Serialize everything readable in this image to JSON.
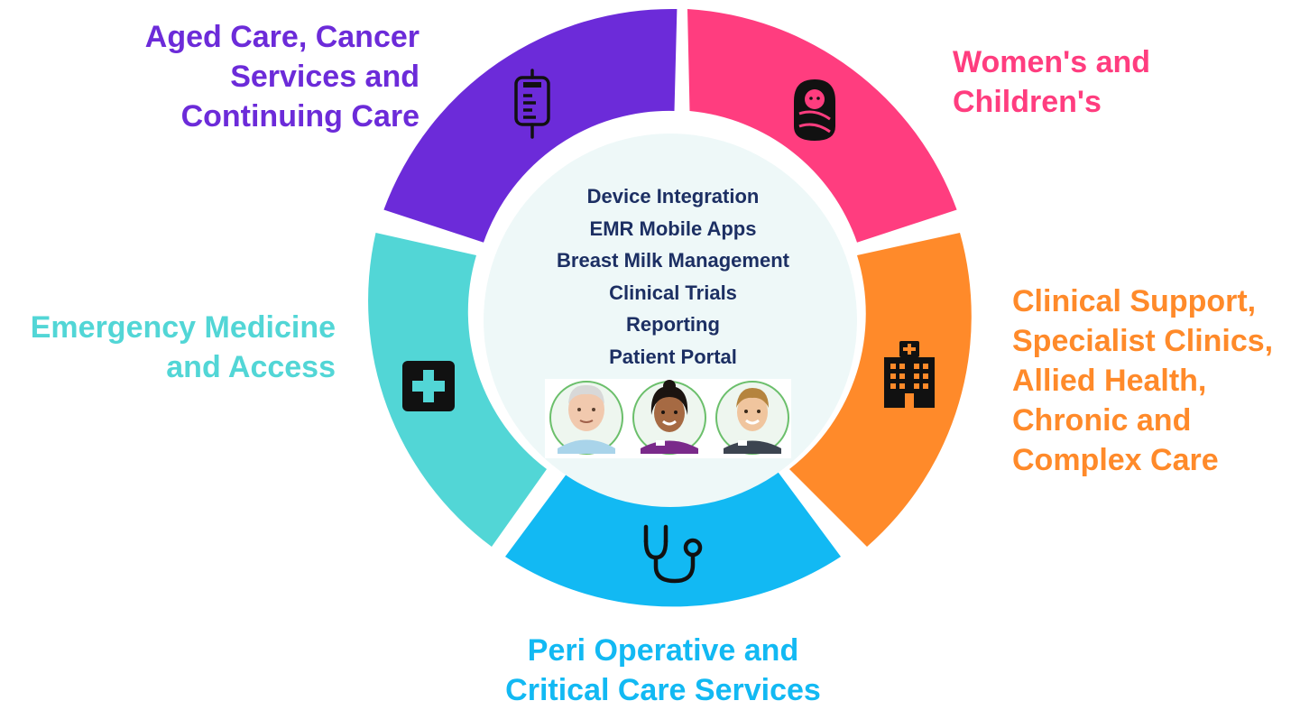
{
  "colors": {
    "aged_care": "#6c2bd9",
    "womens": "#ff3d7f",
    "clinical_support": "#ff8a2a",
    "peri_operative": "#12b9f3",
    "emergency": "#52d6d6",
    "center_fill": "#eef8f8",
    "center_text": "#1c2f63",
    "icon": "#111111"
  },
  "segments": {
    "aged_care": {
      "label_lines": [
        "Aged Care, Cancer",
        "Services and",
        "Continuing Care"
      ],
      "icon": "iv-bag-icon"
    },
    "womens": {
      "label_lines": [
        "Women's and",
        "Children's"
      ],
      "icon": "swaddled-baby-icon"
    },
    "clinical_support": {
      "label_lines": [
        "Clinical Support,",
        "Specialist Clinics,",
        "Allied Health,",
        "Chronic and",
        "Complex Care"
      ],
      "icon": "hospital-building-icon"
    },
    "peri_operative": {
      "label_lines": [
        "Peri Operative and",
        "Critical Care Services"
      ],
      "icon": "stethoscope-icon"
    },
    "emergency": {
      "label_lines": [
        "Emergency Medicine",
        "and Access"
      ],
      "icon": "medical-cross-icon"
    }
  },
  "center": {
    "items": [
      "Device Integration",
      "EMR Mobile Apps",
      "Breast Milk Management",
      "Clinical Trials",
      "Reporting",
      "Patient Portal"
    ],
    "avatars": [
      "elderly-patient-avatar",
      "nurse-avatar",
      "clinician-avatar"
    ]
  }
}
